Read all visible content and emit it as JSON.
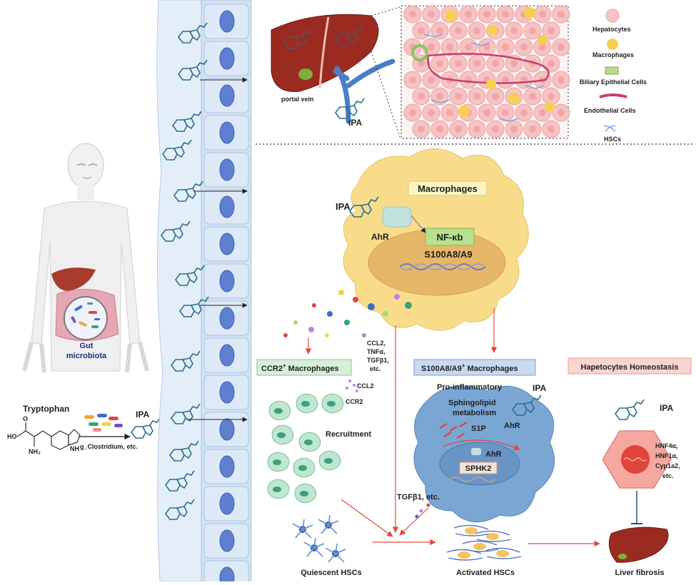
{
  "human": {
    "gut_line1": "Gut",
    "gut_line2": "microbiota"
  },
  "tryptophan": {
    "label": "Tryptophan",
    "atoms": {
      "ho": "HO",
      "o": "O",
      "nh2": "NH₂",
      "nh": "NH"
    },
    "bacteria": "g_Clostridium, etc.",
    "ipa": "IPA"
  },
  "liver_top": {
    "portal_vein": "portal vein",
    "ipa": "IPA"
  },
  "legend": {
    "items": [
      {
        "name": "hepatocytes",
        "label": "Hepatocytes"
      },
      {
        "name": "macrophages",
        "label": "Macrophages"
      },
      {
        "name": "biliary",
        "label": "Biliary Epithelial Cells"
      },
      {
        "name": "endothelial",
        "label": "Endothelial Cells"
      },
      {
        "name": "hscs",
        "label": "HSCs"
      }
    ]
  },
  "macrophage_cell": {
    "title": "Macrophages",
    "ipa": "IPA",
    "ahr": "AhR",
    "nfkb": "NF-κb",
    "s100": "S100A8/A9"
  },
  "secreted": {
    "lines": [
      "CCL2,",
      "TNFα,",
      "TGFβ1,",
      "etc."
    ]
  },
  "ccr2_panel": {
    "title": "CCR2",
    "title_sup": "+",
    "title_rest": " Macrophages",
    "ccl2": "CCL2",
    "ccr2": "CCR2",
    "recruitment": "Recruitment"
  },
  "s100_panel": {
    "title": "S100A8/A9",
    "title_sup": "+",
    "title_rest": " Macrophages",
    "pro": "Pro-inflammatory",
    "sph1": "Sphingolipid",
    "sph2": "metabolism",
    "s1p": "S1P",
    "ipa": "IPA",
    "ahr1": "AhR",
    "ahr2": "AhR",
    "sphk2": "SPHK2",
    "tgf": "TGFβ1, etc."
  },
  "hep_panel": {
    "title": "Hapetocytes Homeostasis",
    "ipa": "IPA",
    "genes": [
      "HNF4α,",
      "HNF1α,",
      "Cyp1a2,",
      "etc."
    ]
  },
  "bottom": {
    "quiescent": "Quiescent HSCs",
    "activated": "Activated HSCs",
    "fibrosis": "Liver fibrosis"
  },
  "colors": {
    "macrophage_body": "#f9dc8a",
    "nucleus": "#e6b768",
    "s100_cell": "#7aa6d4",
    "hep_cell": "#f4a8a0",
    "liver": "#9b2b20",
    "intestine": "#d8e6f3",
    "arrow_red": "#e8463c",
    "panel_blue": "#c9d9f0",
    "panel_pink": "#f8d5cf"
  }
}
